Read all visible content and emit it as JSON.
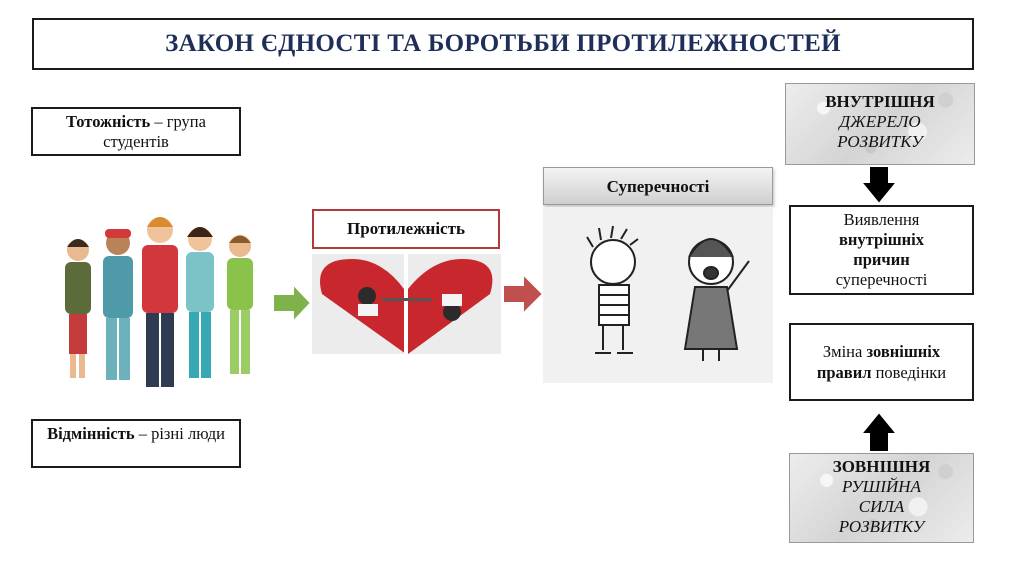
{
  "title": "ЗАКОН ЄДНОСТІ ТА БОРОТЬБИ ПРОТИЛЕЖНОСТЕЙ",
  "identity": {
    "bold": "Тотожність",
    "rest": " – група студентів"
  },
  "difference": {
    "bold": "Відмінність",
    "rest": " – різні люди"
  },
  "opposite": "Протилежність",
  "contradictions": "Суперечності",
  "internal": {
    "line1": "ВНУТРІШНЯ",
    "line2": "ДЖЕРЕЛО",
    "line3": "РОЗВИТКУ"
  },
  "reveal": {
    "line1": "Виявлення",
    "line2": "внутрішніх",
    "line3": "причин",
    "line4": "суперечності"
  },
  "change": {
    "part1": "Зміна ",
    "bold1": "зовнішніх",
    "bold2": "правил",
    "part2": " поведінки"
  },
  "external": {
    "line1": "ЗОВНІШНЯ",
    "line2": "РУШІЙНА",
    "line3": "СИЛА",
    "line4": "РОЗВИТКУ"
  },
  "colors": {
    "title": "#1f2f5a",
    "green_arrow": "#7fb24a",
    "red_arrow": "#c0504d",
    "heart": "#c8282d"
  }
}
